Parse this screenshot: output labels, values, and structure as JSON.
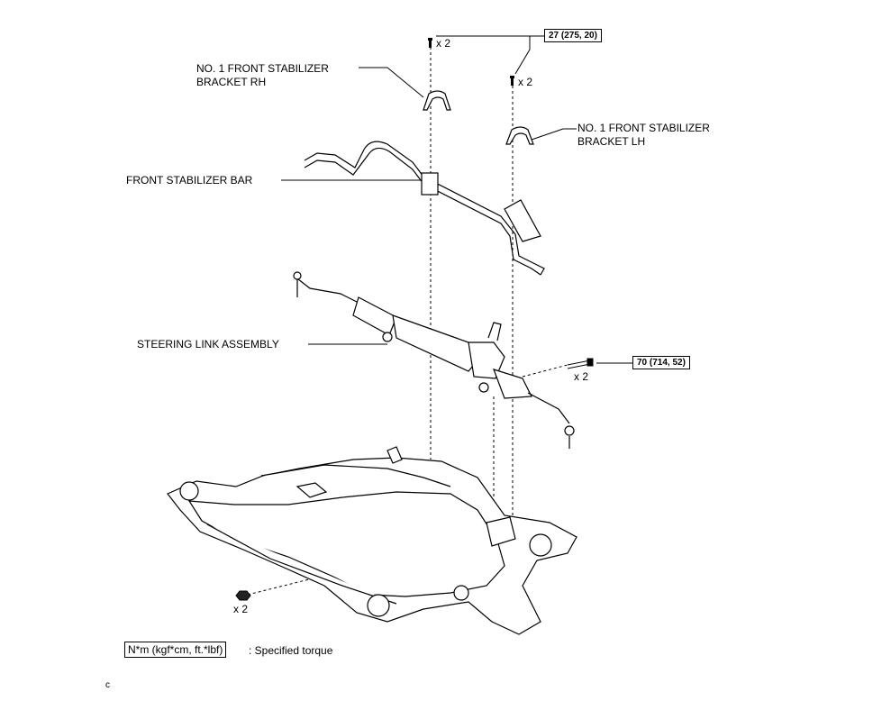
{
  "labels": {
    "bracket_rh": [
      "NO. 1 FRONT STABILIZER",
      "BRACKET RH"
    ],
    "bracket_lh": [
      "NO. 1 FRONT STABILIZER",
      "BRACKET LH"
    ],
    "stabilizer_bar": "FRONT STABILIZER BAR",
    "steering_link": "STEERING LINK ASSEMBLY"
  },
  "torque": {
    "bracket_bolts": "27 (275, 20)",
    "steering_bolts": "70 (714, 52)"
  },
  "quantities": {
    "bolt_top_left": "x 2",
    "bolt_top_right": "x 2",
    "bolt_steering": "x 2",
    "nut_frame": "x 2"
  },
  "legend": {
    "unit": "N*m (kgf*cm, ft.*lbf)",
    "text": ": Specified torque"
  },
  "figure_code": "c"
}
